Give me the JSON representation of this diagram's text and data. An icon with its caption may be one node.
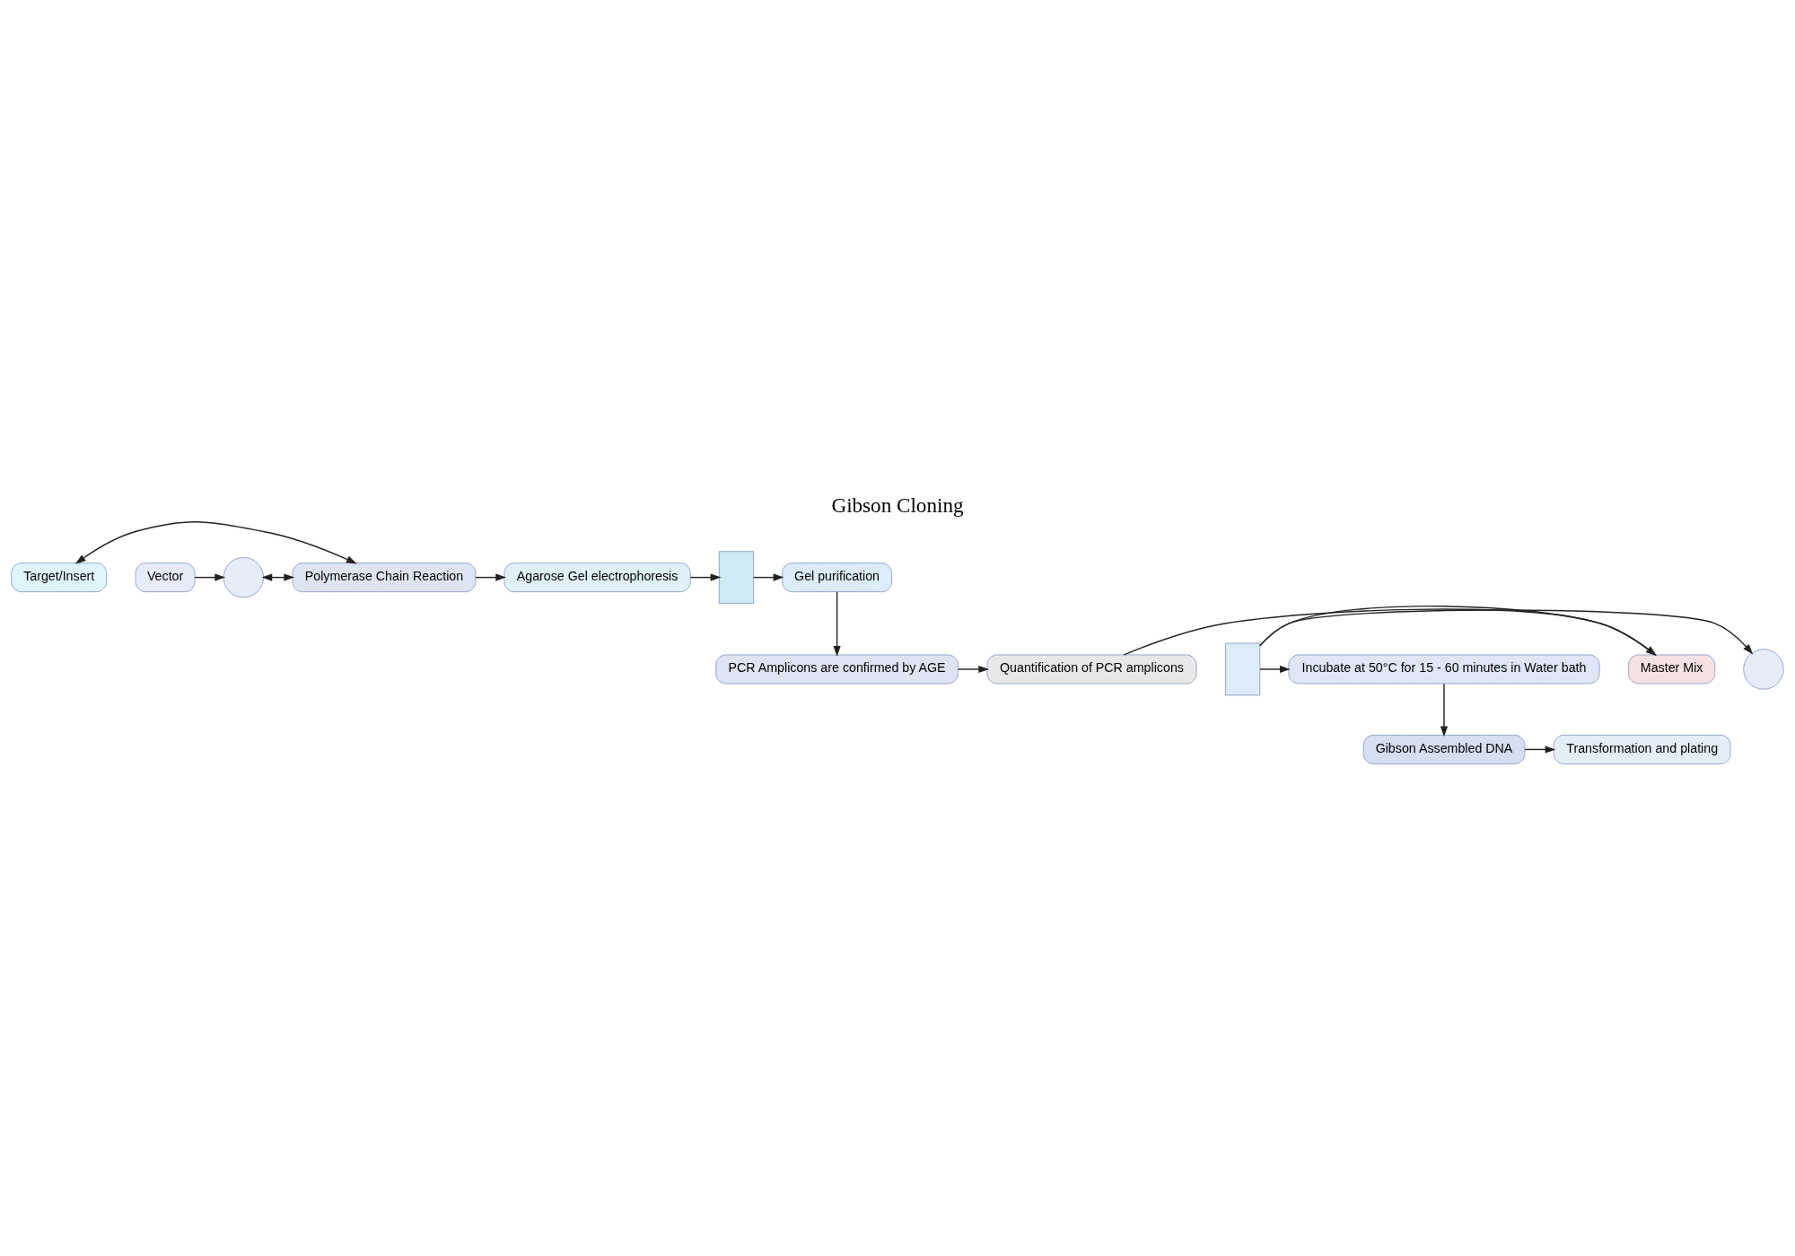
{
  "diagram": {
    "title": "Gibson Cloning",
    "nodes": [
      {
        "text": [
          "Target/Insert"
        ]
      },
      {
        "text": [
          "Vector"
        ]
      },
      {
        "text": [],
        "shape": "circle"
      },
      {
        "text": [
          "Polymerase Chain Reaction"
        ]
      },
      {
        "text": [
          "Agarose Gel electrophoresis"
        ]
      },
      {
        "text": [],
        "shape": "box"
      },
      {
        "text": [
          "Gel purification"
        ]
      },
      {
        "text": [
          "PCR Amplicons are confirmed by AGE"
        ]
      },
      {
        "text": [
          "Quantification of PCR amplicons"
        ]
      },
      {
        "text": [],
        "shape": "box"
      },
      {
        "text": [],
        "shape": "circle"
      },
      {
        "text": [
          "Master Mix"
        ]
      },
      {
        "text": [
          "Incubate at 50°C for 15 - 60 minutes in Water bath"
        ]
      },
      {
        "text": [
          "Gibson Assembled DNA"
        ]
      },
      {
        "text": [
          "Transformation and plating"
        ]
      }
    ],
    "edges": [
      {
        "from": 1,
        "to": 2,
        "arrow": "to"
      },
      {
        "from": 0,
        "to": 3,
        "arrow": "both"
      },
      {
        "from": 2,
        "to": 3,
        "arrow": "both"
      },
      {
        "from": 3,
        "to": 4,
        "arrow": "to"
      },
      {
        "from": 4,
        "to": 5,
        "arrow": "to"
      },
      {
        "from": 5,
        "to": 6,
        "arrow": "to"
      },
      {
        "from": 6,
        "to": 7,
        "arrow": "to"
      },
      {
        "from": 7,
        "to": 8,
        "arrow": "to"
      },
      {
        "from": 8,
        "to": 11,
        "arrow": "to"
      },
      {
        "from": 9,
        "to": 10,
        "arrow": "to"
      },
      {
        "from": 9,
        "to": 11,
        "arrow": "to"
      },
      {
        "from": 9,
        "to": 12,
        "arrow": "to"
      },
      {
        "from": 12,
        "to": 13,
        "arrow": "to"
      },
      {
        "from": 13,
        "to": 14,
        "arrow": "to"
      }
    ]
  }
}
